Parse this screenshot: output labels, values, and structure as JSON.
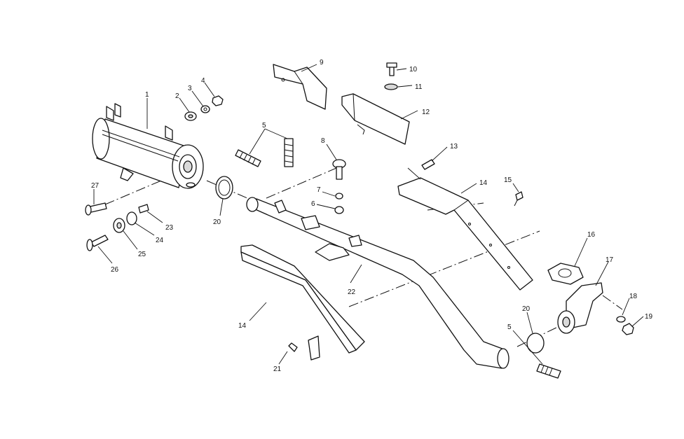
{
  "callouts": {
    "c1": "1",
    "c2": "2",
    "c3": "3",
    "c4": "4",
    "c5a": "5",
    "c5b": "5",
    "c6": "6",
    "c7": "7",
    "c8": "8",
    "c9": "9",
    "c10": "10",
    "c11": "11",
    "c12": "12",
    "c13": "13",
    "c14a": "14",
    "c14b": "14",
    "c15": "15",
    "c16": "16",
    "c17": "17",
    "c18": "18",
    "c19": "19",
    "c20a": "20",
    "c20b": "20",
    "c21": "21",
    "c22": "22",
    "c23": "23",
    "c24": "24",
    "c25": "25",
    "c26": "26",
    "c27": "27"
  }
}
